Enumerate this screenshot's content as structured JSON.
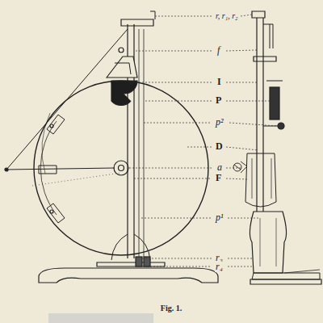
{
  "diagram": {
    "caption": "Fig. 1.",
    "labels": [
      "r, r₁, r₂",
      "f",
      "I",
      "P",
      "p²",
      "D",
      "a",
      "F",
      "p¹",
      "r₃",
      "r₄"
    ]
  }
}
